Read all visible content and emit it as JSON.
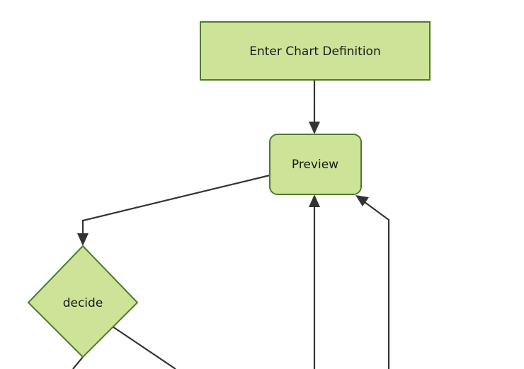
{
  "diagram": {
    "type": "flowchart",
    "background_color": "#ffffff",
    "node_fill_color": "#cde498",
    "node_stroke_color": "#4e7a2c",
    "edge_color": "#333333",
    "text_color": "#1a1a1a",
    "nodes": [
      {
        "id": "enter-chart-definition",
        "label": "Enter Chart Definition",
        "shape": "rectangle"
      },
      {
        "id": "preview",
        "label": "Preview",
        "shape": "rounded-rectangle"
      },
      {
        "id": "decide",
        "label": "decide",
        "shape": "diamond"
      }
    ],
    "edges": [
      {
        "id": "edge-enter-to-preview",
        "from": "enter-chart-definition",
        "to": "preview",
        "label": "",
        "arrow": "end"
      },
      {
        "id": "edge-preview-to-decide",
        "from": "preview",
        "to": "decide",
        "label": "",
        "arrow": "end"
      },
      {
        "id": "edge-into-preview-bottom",
        "from": "",
        "to": "preview",
        "label": "",
        "arrow": "end"
      },
      {
        "id": "edge-into-preview-right",
        "from": "",
        "to": "preview",
        "label": "",
        "arrow": "end"
      },
      {
        "id": "edge-decide-bottom-out",
        "from": "decide",
        "to": "",
        "label": "",
        "arrow": "none"
      },
      {
        "id": "edge-decide-right-out",
        "from": "decide",
        "to": "",
        "label": "",
        "arrow": "none"
      }
    ]
  }
}
